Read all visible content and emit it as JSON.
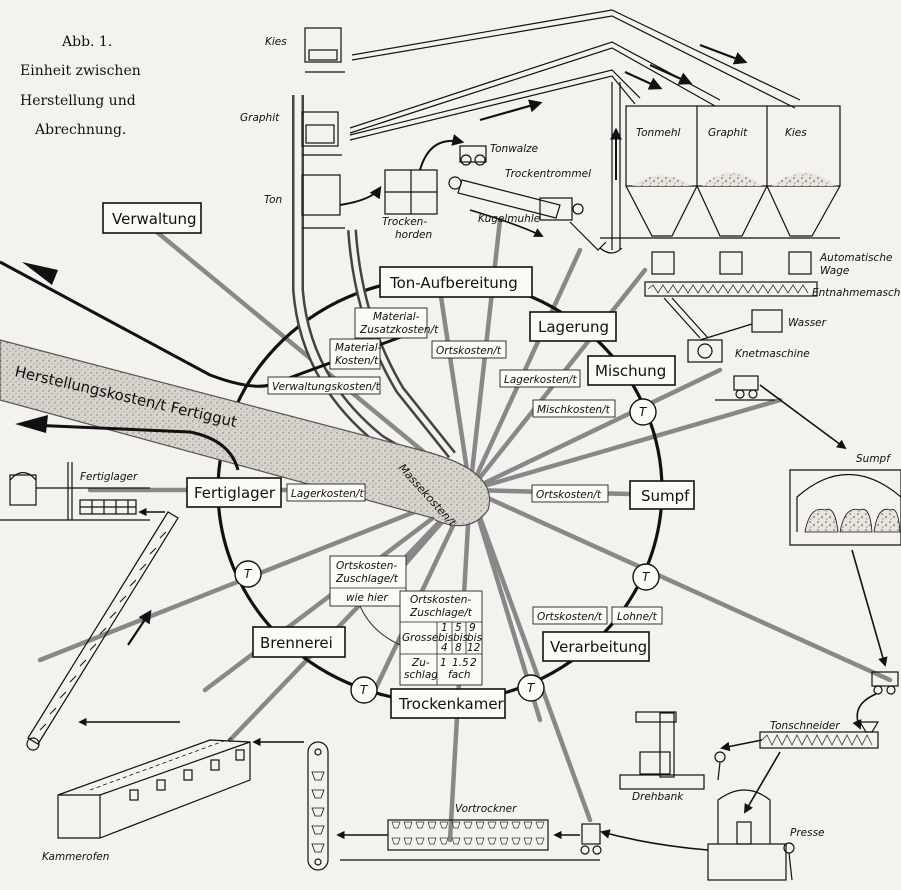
{
  "caption": {
    "line1": "Abb. 1.",
    "line2": "Einheit zwischen",
    "line3": "Herstellung und",
    "line4": "Abrechnung."
  },
  "departments": {
    "verwaltung": "Verwaltung",
    "ton_aufbereitung": "Ton-Aufbereitung",
    "lagerung": "Lagerung",
    "mischung": "Mischung",
    "sumpf": "Sumpf",
    "verarbeitung": "Verarbeitung",
    "trockenkammer": "Trockenkamer",
    "brennerei": "Brennerei",
    "fertiglager": "Fertiglager"
  },
  "cost_labels": {
    "material_zusatzkosten": [
      "Material-",
      "Zusatzkosten/t"
    ],
    "material_kosten": [
      "Material-",
      "Kosten/t"
    ],
    "ortskosten_top": "Ortskosten/t",
    "verwaltungskosten": "Verwaltungskosten/t",
    "lagerkosten_right": "Lagerkosten/t",
    "mischkosten": "Mischkosten/t",
    "ortskosten_sumpf": "Ortskosten/t",
    "lagerkosten_left": "Lagerkosten/t",
    "ortskosten_verarbeitung": "Ortskosten/t",
    "lohne": "Lohne/t",
    "ortskosten_zuschlaege": [
      "Ortskosten-",
      "Zuschlage/t"
    ],
    "wie_hier": "wie hier"
  },
  "zuschlag_table": {
    "title": [
      "Ortskosten-",
      "Zuschlage/t"
    ],
    "row1_label": "Grosse",
    "row1_cells": [
      [
        "1",
        "bis",
        "4"
      ],
      [
        "5",
        "bis",
        "8"
      ],
      [
        "9",
        "bis",
        "12"
      ]
    ],
    "row2_label": [
      "Zu-",
      "schlag"
    ],
    "row2_cells": [
      [
        "1"
      ],
      [
        "1.5"
      ],
      [
        "2"
      ]
    ],
    "row2_unit": "fach"
  },
  "flow_labels": {
    "herstellungskosten": "Herstellungskosten/t Fertiggut",
    "massekosten": "Massekosten/t",
    "t_node": "T"
  },
  "equipment": {
    "kies_top": "Kies",
    "graphit_left": "Graphit",
    "ton": "Ton",
    "tonwalze": "Tonwalze",
    "trockentrommel": "Trockentrommel",
    "trockenhorden": [
      "Trocken-",
      "horden"
    ],
    "kugelmuhle": "Kugelmuhle",
    "tonmehl": "Tonmehl",
    "graphit_silo": "Graphit",
    "kies_silo": "Kies",
    "automatische_wage": [
      "Automatische",
      "Wage"
    ],
    "entnahme": "Entnahmemasch",
    "wasser": "Wasser",
    "knetmaschine": "Knetmaschine",
    "sumpf": "Sumpf",
    "tonschneider": "Tonschneider",
    "drehbank": "Drehbank",
    "presse": "Presse",
    "vortrockner": "Vortrockner",
    "kammerofen": "Kammerofen",
    "fertiglager": "Fertiglager"
  }
}
